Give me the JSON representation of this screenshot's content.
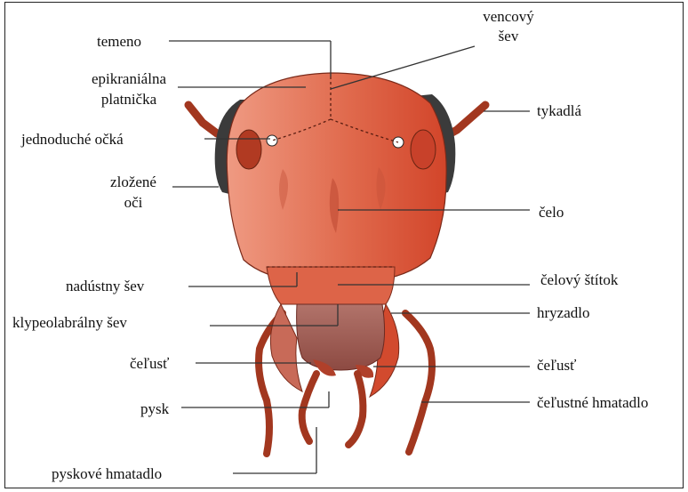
{
  "labels": {
    "temeno": "temeno",
    "vencovy_sev_1": "vencový",
    "vencovy_sev_2": "šev",
    "epikranialna_1": "epikraniálna",
    "epikranialna_2": "platnička",
    "tykadla": "tykadlá",
    "jednoduche_ocka": "jednoduché očká",
    "zlozene_1": "zložené",
    "zlozene_2": "oči",
    "celo": "čelo",
    "nadustny_sev": "nadústny šev",
    "celovy_stitok": "čelový štítok",
    "klypeolabralny_sev": "klypeolabrálny šev",
    "hryzadlo": "hryzadlo",
    "celust_left": "čeľusť",
    "celust_right": "čeľusť",
    "pysk": "pysk",
    "celustne_hmatadlo": "čeľustné hmatadlo",
    "pyskove_hmatadlo": "pyskové hmatadlo"
  },
  "colors": {
    "head_light": "#e8836a",
    "head_dark": "#d6452a",
    "eye": "#3d3d3d",
    "labrum": "#9e5a52",
    "appendage": "#b0402a",
    "line": "#333333"
  }
}
